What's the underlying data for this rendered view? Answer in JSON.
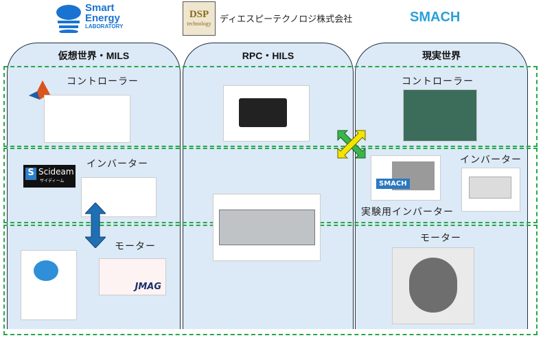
{
  "logos": {
    "sel_line1": "Smart",
    "sel_line2": "Energy",
    "sel_line3": "LABORATORY",
    "dsp_mark1": "DSP",
    "dsp_mark2": "technology",
    "dsp_name": "ディエスピーテクノロジ株式会社",
    "smach": "SMACH"
  },
  "panels": [
    {
      "title": "仮想世界・MILS",
      "controller": "コントローラー",
      "inverter": "インバーター",
      "motor": "モーター",
      "scideam": "Scideam",
      "scideam_sub": "サイディーム",
      "jmag": "JMAG"
    },
    {
      "title": "RPC・HILS"
    },
    {
      "title": "現実世界",
      "controller": "コントローラー",
      "inverter": "インバーター",
      "exp_inverter": "実験用インバーター",
      "motor": "モーター",
      "smach_badge": "SMACH"
    }
  ],
  "colors": {
    "panel": "#dce9f6",
    "dash": "#22a84a",
    "arrow": "#1f6fb5",
    "cross_green": "#3ab54a",
    "cross_yellow": "#f2e600"
  }
}
